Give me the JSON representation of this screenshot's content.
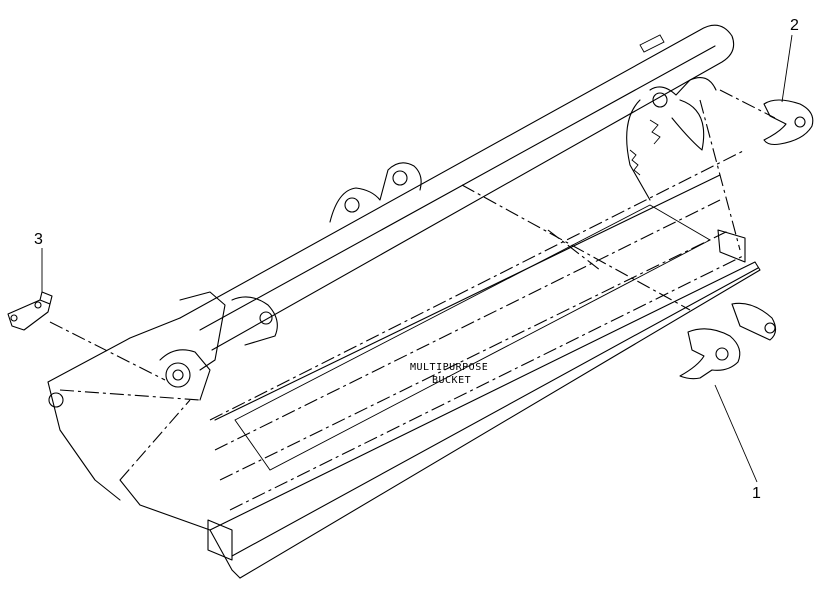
{
  "diagram": {
    "bucket_label_line1": "MULTIPURPOSE",
    "bucket_label_line2": "BUCKET",
    "callouts": [
      "1",
      "2",
      "3"
    ]
  }
}
